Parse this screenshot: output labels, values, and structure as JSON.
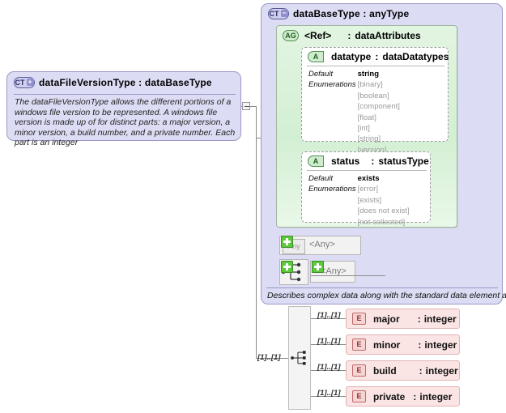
{
  "diagram": {
    "type": "xml-schema-diagram",
    "left_type": {
      "icon": "ct-collapsed-icon",
      "badge": "CT",
      "sign": "+",
      "title": "dataFileVersionType : dataBaseType",
      "annotation": "The dataFileVersionType allows the different portions of a windows file version to be represented.  A windows file version is made up of for distinct parts: a major version, a minor version, a build number, and a private number.  Each part is an integer"
    },
    "base_type": {
      "icon": "ct-expanded-icon",
      "badge": "CT",
      "sign": "−",
      "title": "dataBaseType : anyType",
      "footer": "Describes complex data along with the standard data element attributes.",
      "attribute_group": {
        "icon": "ag-icon",
        "badge": "AG",
        "ref": "<Ref>",
        "sep": ":",
        "type": "dataAttributes"
      },
      "attributes": [
        {
          "icon": "attribute-icon",
          "badge": "A",
          "name": "datatype",
          "sep": ":",
          "type": "dataDatatypes",
          "default_label": "Default",
          "default_value": "string",
          "enum_label": "Enumerations",
          "enumerations": [
            "[binary]",
            "[boolean]",
            "[component]",
            "[float]",
            "[int]",
            "[string]",
            "[version]"
          ]
        },
        {
          "icon": "attribute-icon",
          "badge": "A",
          "name": "status",
          "sep": ":",
          "type": "statusType",
          "default_label": "Default",
          "default_value": "exists",
          "enum_label": "Enumerations",
          "enumerations": [
            "[error]",
            "[exists]",
            "[does not exist]",
            "[not collected]"
          ]
        }
      ],
      "any_nodes": [
        {
          "icon": "any-icon",
          "label": "<Any>"
        },
        {
          "icon": "any-icon",
          "label": "<Any>"
        }
      ],
      "compositor": {
        "icon": "sequence-icon"
      }
    },
    "sequence": {
      "icon": "sequence-icon",
      "cardinality": "[1]..[1]"
    },
    "elements": [
      {
        "icon": "element-icon",
        "badge": "E",
        "name": "major",
        "sep": ":",
        "type": "integer",
        "cardinality": "[1]..[1]"
      },
      {
        "icon": "element-icon",
        "badge": "E",
        "name": "minor",
        "sep": ":",
        "type": "integer",
        "cardinality": "[1]..[1]"
      },
      {
        "icon": "element-icon",
        "badge": "E",
        "name": "build",
        "sep": ":",
        "type": "integer",
        "cardinality": "[1]..[1]"
      },
      {
        "icon": "element-icon",
        "badge": "E",
        "name": "private",
        "sep": ":",
        "type": "integer",
        "cardinality": "[1]..[1]"
      }
    ],
    "colors": {
      "complex_type_fill": "#dcdcf4",
      "complex_type_border": "#9a9ac8",
      "attribute_group_fill": "#d8f0d8",
      "element_fill": "#fbe4e4",
      "element_border": "#e0b4b4",
      "plus_badge": "#5cc93c",
      "line": "#8a8a8a"
    }
  }
}
